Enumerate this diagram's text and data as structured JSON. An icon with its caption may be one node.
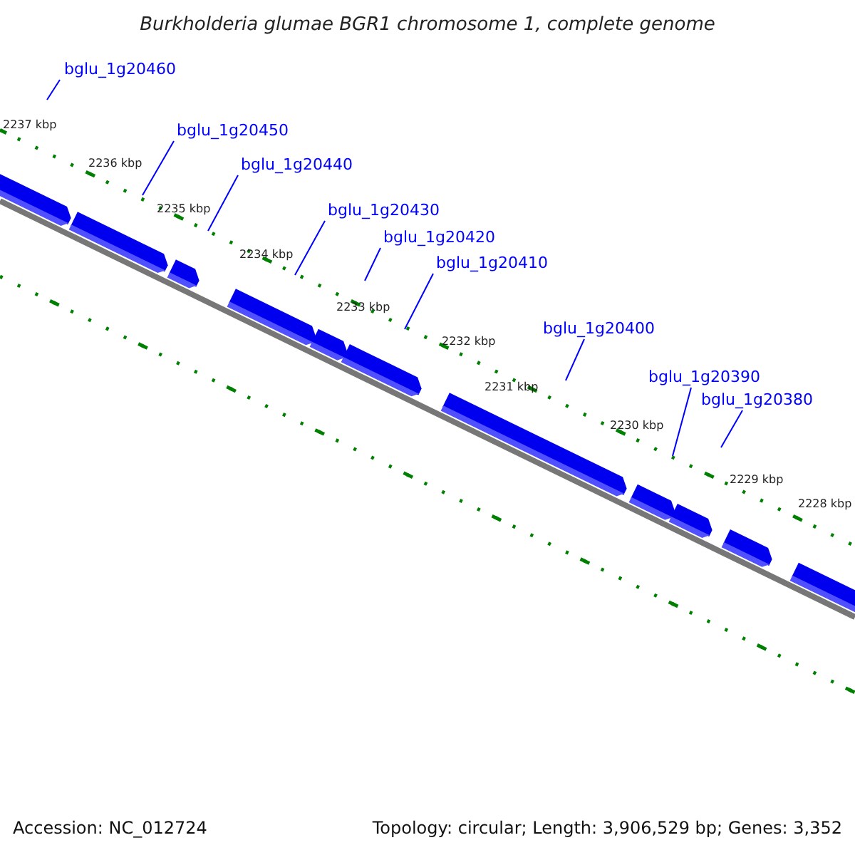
{
  "diagram": {
    "title": "Burkholderia glumae BGR1 chromosome 1, complete genome",
    "nodes": [
      {
        "text": [
          "bglu_1g20460"
        ]
      },
      {
        "text": [
          "bglu_1g20450"
        ]
      },
      {
        "text": [
          "bglu_1g20440"
        ]
      },
      {
        "text": [
          "bglu_1g20430"
        ]
      },
      {
        "text": [
          "bglu_1g20420"
        ]
      },
      {
        "text": [
          "bglu_1g20410"
        ]
      },
      {
        "text": [
          "bglu_1g20400"
        ]
      },
      {
        "text": [
          "bglu_1g20390"
        ]
      },
      {
        "text": [
          "bglu_1g20380"
        ]
      }
    ],
    "edges": [
      {
        "from": 0,
        "to": null,
        "arrow": "none"
      },
      {
        "from": 1,
        "to": null,
        "arrow": "none"
      },
      {
        "from": 2,
        "to": null,
        "arrow": "none"
      },
      {
        "from": 3,
        "to": null,
        "arrow": "none"
      },
      {
        "from": 4,
        "to": null,
        "arrow": "none"
      },
      {
        "from": 5,
        "to": null,
        "arrow": "none"
      },
      {
        "from": 6,
        "to": null,
        "arrow": "none"
      },
      {
        "from": 7,
        "to": null,
        "arrow": "none"
      },
      {
        "from": 8,
        "to": null,
        "arrow": "none"
      }
    ],
    "labels": [
      "2237 kbp",
      "2236 kbp",
      "2235 kbp",
      "2234 kbp",
      "2233 kbp",
      "2232 kbp",
      "2231 kbp",
      "2230 kbp",
      "2229 kbp",
      "2228 kbp",
      "Accession: NC_012724",
      "Topology: circular; Length: 3,906,529 bp; Genes: 3,352"
    ]
  }
}
